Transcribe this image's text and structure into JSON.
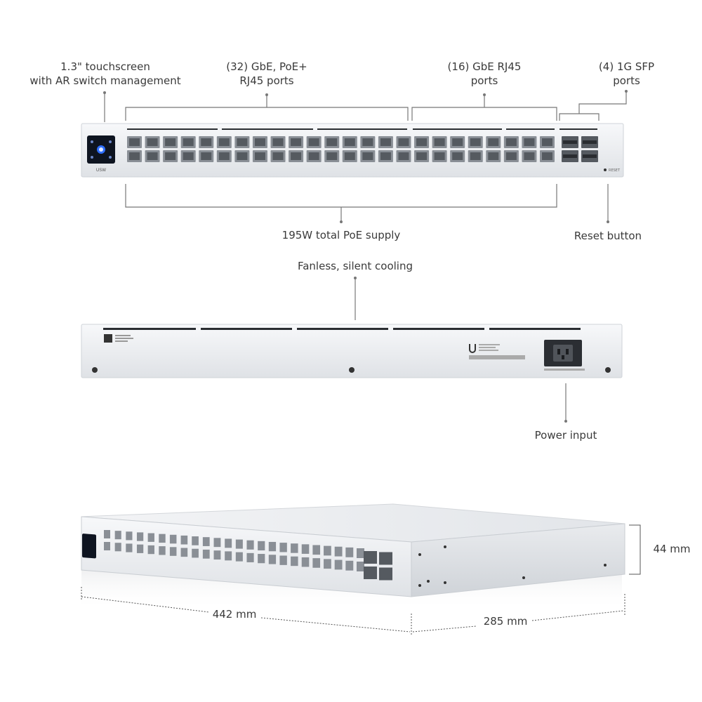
{
  "front_view": {
    "callouts": [
      "1.3\" touchscreen\nwith AR switch management",
      "(32) GbE, PoE+\nRJ45 ports",
      "(16) GbE RJ45\nports",
      "(4) 1G SFP\nports",
      "195W total PoE supply",
      "Reset button"
    ],
    "port_groups": [
      {
        "count": 32,
        "type": "RJ45",
        "poe": true
      },
      {
        "count": 16,
        "type": "RJ45",
        "poe": false
      },
      {
        "count": 4,
        "type": "SFP"
      }
    ],
    "brand_badge": "USW",
    "reset_label": "RESET"
  },
  "back_view": {
    "callouts": [
      "Fanless, silent cooling",
      "Power input"
    ]
  },
  "dimensions": {
    "width": "442 mm",
    "depth": "285 mm",
    "height": "44 mm"
  },
  "colors": {
    "chassis": "#eceef1",
    "chassis_edge": "#cfd3d8",
    "port": "#8a8f96",
    "port_dark": "#555a60",
    "screen": "#0e1420",
    "screen_accent": "#2f6fff",
    "leader": "#777777"
  }
}
